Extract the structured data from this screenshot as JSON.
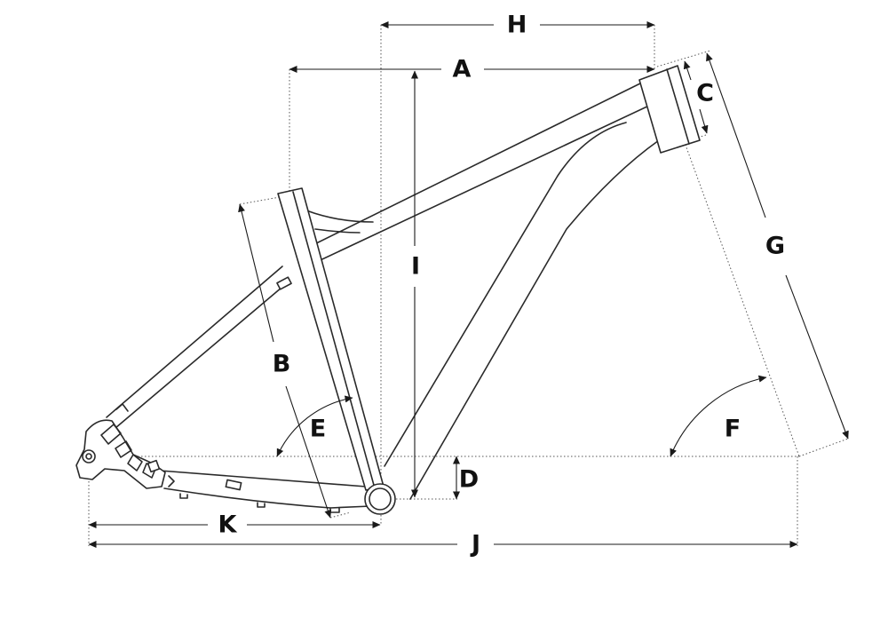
{
  "labels": {
    "A": "A",
    "B": "B",
    "C": "C",
    "D": "D",
    "E": "E",
    "F": "F",
    "G": "G",
    "H": "H",
    "I": "I",
    "J": "J",
    "K": "K"
  },
  "colors": {
    "line": "#2a2a2a",
    "dimension": "#1a1a1a",
    "guide": "#555555",
    "background": "#ffffff"
  }
}
